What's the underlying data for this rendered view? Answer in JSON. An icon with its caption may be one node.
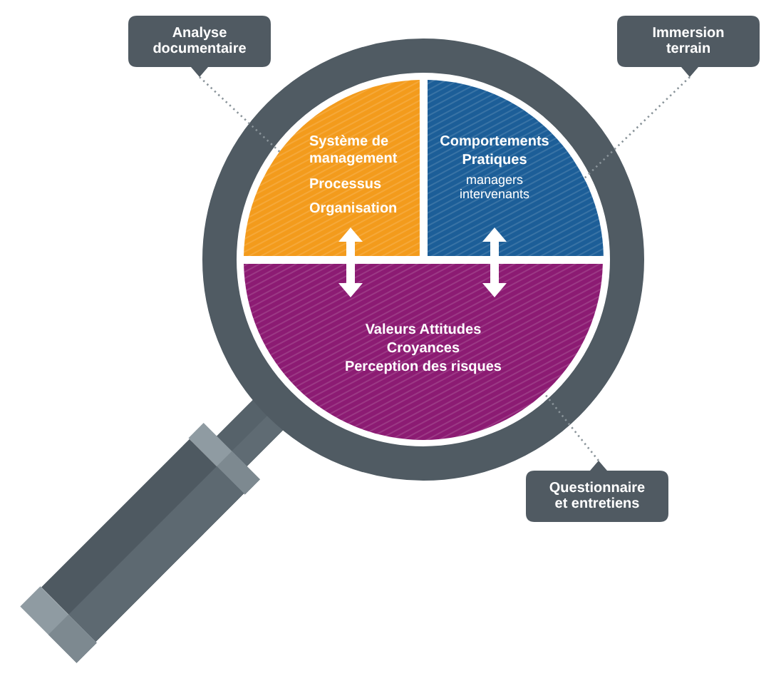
{
  "diagram": {
    "nodes": [
      {
        "text": [
          "Analyse documentaire"
        ]
      },
      {
        "text": [
          "Immersion terrain"
        ]
      },
      {
        "text": [
          "Système de management",
          "Processus",
          "Organisation"
        ]
      },
      {
        "text": [
          "Comportements",
          "Pratiques",
          "managers intervenants"
        ]
      },
      {
        "text": [
          "Valeurs Attitudes",
          "Croyances",
          "Perception des risques"
        ]
      },
      {
        "text": [
          "Questionnaire et entretiens"
        ]
      }
    ],
    "edges": [
      {
        "from": 2,
        "to": 4,
        "arrow": "both",
        "style": "thick",
        "color": "#ffffff"
      },
      {
        "from": 3,
        "to": 4,
        "arrow": "both",
        "style": "thick",
        "color": "#ffffff"
      },
      {
        "from": 0,
        "to": 2,
        "arrow": "none",
        "style": "dashed"
      },
      {
        "from": 1,
        "to": 3,
        "arrow": "none",
        "style": "dashed"
      },
      {
        "from": 5,
        "to": 4,
        "arrow": "none",
        "style": "dashed"
      }
    ]
  }
}
